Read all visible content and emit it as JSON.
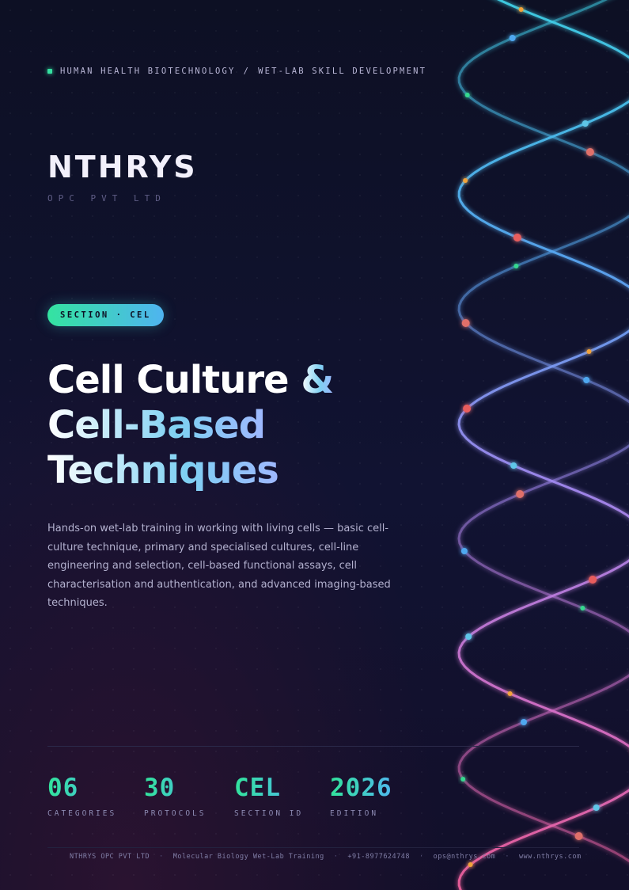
{
  "breadcrumb": {
    "left": "HUMAN HEALTH BIOTECHNOLOGY",
    "separator": "/",
    "right": "WET-LAB SKILL DEVELOPMENT"
  },
  "brand": {
    "name": "NTHRYS",
    "subtitle": "OPC PVT LTD"
  },
  "badge": "SECTION · CEL",
  "title": {
    "line1a": "Cell Culture",
    "line1b": "&",
    "line2": "Cell-Based",
    "line3": "Techniques"
  },
  "description": "Hands-on wet-lab training in working with living cells — basic cell-culture technique, primary and specialised cultures, cell-line engineering and selection, cell-based functional assays, cell characterisation and authentication, and advanced imaging-based techniques.",
  "stats": [
    {
      "value": "06",
      "label": "CATEGORIES"
    },
    {
      "value": "30",
      "label": "PROTOCOLS"
    },
    {
      "value": "CEL",
      "label": "SECTION ID"
    },
    {
      "value": "2026",
      "label": "EDITION"
    }
  ],
  "footer": {
    "company": "NTHRYS OPC PVT LTD",
    "program": "Molecular Biology Wet-Lab Training",
    "phone": "+91-8977624748",
    "email": "ops@nthrys.com",
    "website": "www.nthrys.com",
    "separator": "·"
  },
  "colors": {
    "accent_green": "#34e3a0",
    "accent_blue": "#4fb4f0",
    "background": "#0d1024"
  }
}
